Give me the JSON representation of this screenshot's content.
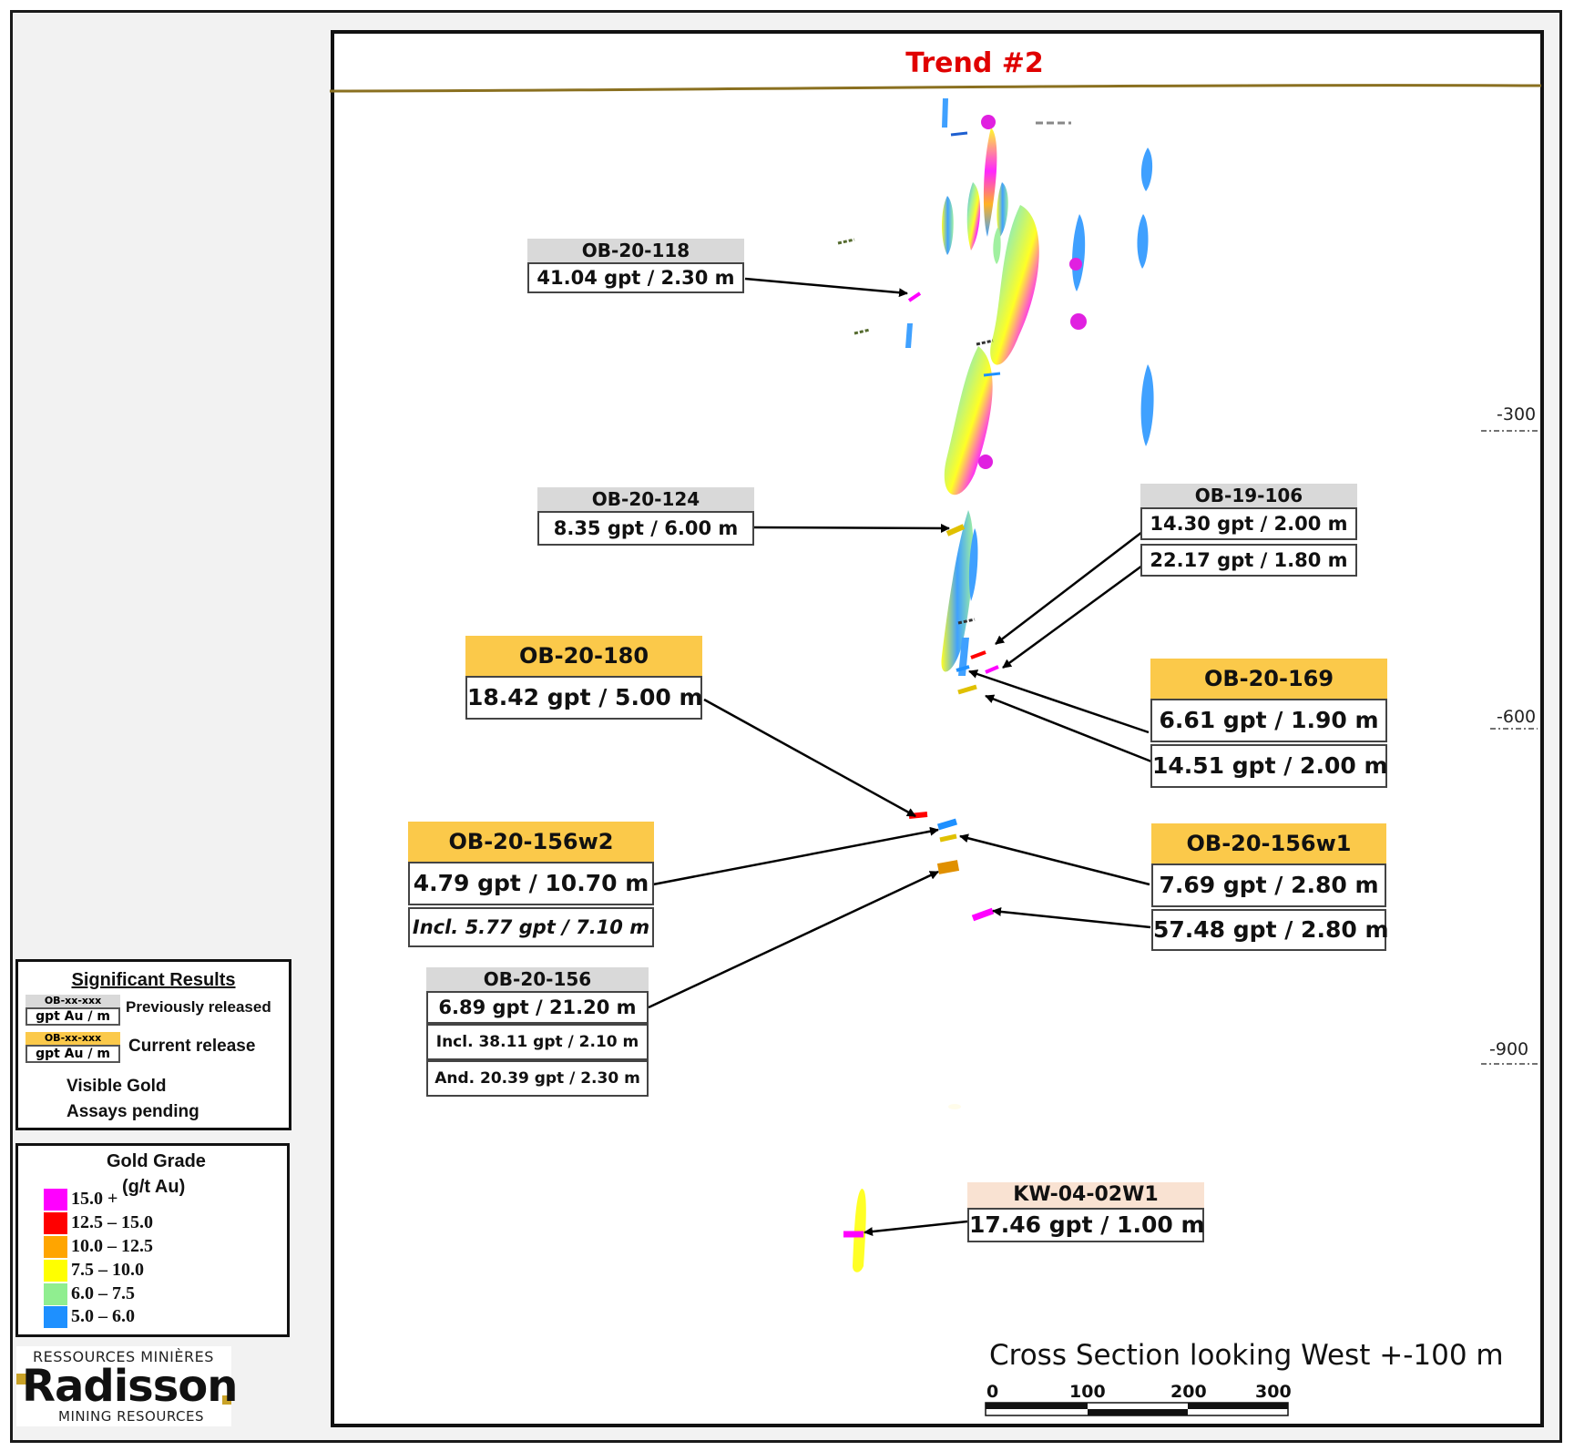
{
  "title": "Trend #2",
  "depth_labels": [
    "-300",
    "-600",
    "-900"
  ],
  "drill_tags": [
    {
      "id": "ob-20-118",
      "hole": "OB-20-118",
      "release": "previous",
      "rows": [
        "41.04 gpt / 2.30 m"
      ]
    },
    {
      "id": "ob-20-124",
      "hole": "OB-20-124",
      "release": "previous",
      "rows": [
        "8.35 gpt / 6.00 m"
      ]
    },
    {
      "id": "ob-19-106",
      "hole": "OB-19-106",
      "release": "previous",
      "rows": [
        "14.30 gpt / 2.00 m",
        "22.17 gpt / 1.80 m"
      ]
    },
    {
      "id": "ob-20-180",
      "hole": "OB-20-180",
      "release": "current",
      "rows": [
        "18.42 gpt / 5.00 m"
      ]
    },
    {
      "id": "ob-20-169",
      "hole": "OB-20-169",
      "release": "current",
      "rows": [
        "6.61 gpt / 1.90 m",
        "14.51 gpt / 2.00 m"
      ]
    },
    {
      "id": "ob-20-156w2",
      "hole": "OB-20-156w2",
      "release": "current",
      "rows": [
        "4.79 gpt / 10.70 m",
        "Incl. 5.77 gpt / 7.10 m"
      ]
    },
    {
      "id": "ob-20-156w1",
      "hole": "OB-20-156w1",
      "release": "current",
      "rows": [
        "7.69 gpt / 2.80 m",
        "57.48 gpt / 2.80 m"
      ]
    },
    {
      "id": "ob-20-156",
      "hole": "OB-20-156",
      "release": "previous",
      "rows": [
        "6.89 gpt / 21.20 m",
        "Incl. 38.11 gpt / 2.10 m",
        "And. 20.39 gpt / 2.30 m"
      ]
    },
    {
      "id": "kw-04-02w1",
      "hole": "KW-04-02W1",
      "release": "historic",
      "rows": [
        "17.46 gpt / 1.00 m"
      ]
    }
  ],
  "legend": {
    "title": "Significant Results",
    "sample_hole": "OB-xx-xxx",
    "sample_value": "gpt Au / m",
    "previously_released": "Previously released",
    "current_release": "Current release",
    "visible_gold_line1": "Visible Gold",
    "visible_gold_line2": "Assays pending"
  },
  "grade_legend": {
    "title_line1": "Gold Grade",
    "title_line2": "(g/t Au)",
    "classes": [
      {
        "label": "15.0 +",
        "color": "#ff00ff"
      },
      {
        "label": "12.5 – 15.0",
        "color": "#ff0000"
      },
      {
        "label": "10.0 – 12.5",
        "color": "#ffa500"
      },
      {
        "label": "7.5 – 10.0",
        "color": "#ffff00"
      },
      {
        "label": "6.0 – 7.5",
        "color": "#90ee90"
      },
      {
        "label": "5.0 – 6.0",
        "color": "#1e90ff"
      }
    ]
  },
  "logo": {
    "top": "RESSOURCES MINIÈRES",
    "name": "Radisson",
    "bottom": "MINING RESOURCES"
  },
  "section_caption": "Cross Section looking West +-100 m",
  "scale_bar": [
    "0",
    "100",
    "200",
    "300"
  ],
  "colors": {
    "title": "#e00000",
    "surface_line": "#8a7020",
    "previous_release": "#d9d9d9",
    "current_release": "#fbc94a",
    "historic": "#f9e2d2",
    "visible_gold_star": "#e31010"
  }
}
